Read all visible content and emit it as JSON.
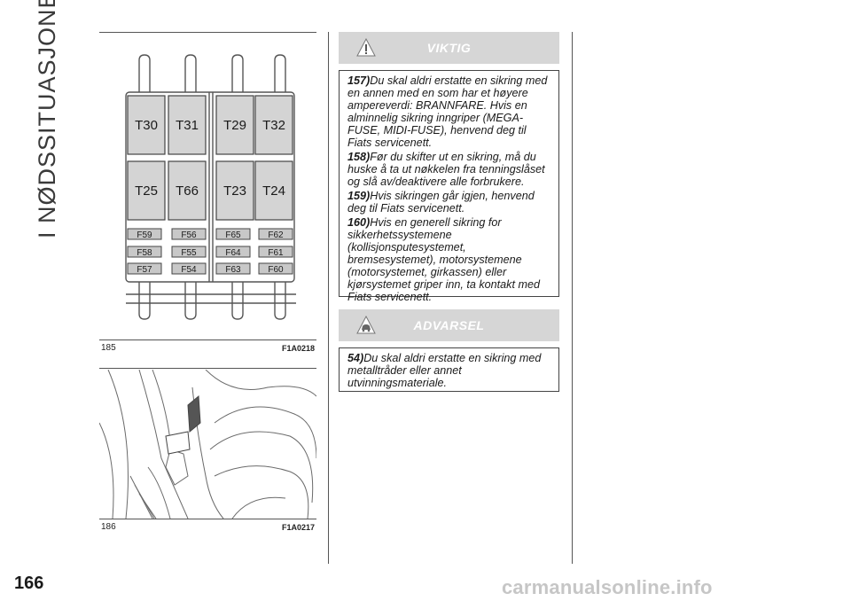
{
  "section_title": "I NØDSSITUASJONER",
  "page_number": "166",
  "watermark": "carmanualsonline.info",
  "figure1": {
    "number": "185",
    "code": "F1A0218",
    "relays_top": [
      "T30",
      "T31",
      "T29",
      "T32"
    ],
    "relays_bottom": [
      "T25",
      "T66",
      "T23",
      "T24"
    ],
    "fuses_row1": [
      "F59",
      "F56",
      "F65",
      "F62"
    ],
    "fuses_row2": [
      "F58",
      "F55",
      "F64",
      "F61"
    ],
    "fuses_row3": [
      "F57",
      "F54",
      "F63",
      "F60"
    ]
  },
  "figure2": {
    "number": "186",
    "code": "F1A0217"
  },
  "important_box": {
    "title": "VIKTIG",
    "icon": "warning-exclamation-icon",
    "notes": [
      {
        "num": "157)",
        "text": "Du skal aldri erstatte en sikring med en annen med en som har et høyere ampereverdi: BRANNFARE. Hvis en alminnelig sikring inngriper (MEGA-FUSE, MIDI-FUSE), henvend deg til Fiats servicenett."
      },
      {
        "num": "158)",
        "text": "Før du skifter ut en sikring, må du huske å ta ut nøkkelen fra tenningslåset og slå av/deaktivere alle forbrukere."
      },
      {
        "num": "159)",
        "text": "Hvis sikringen går igjen, henvend deg til Fiats servicenett."
      },
      {
        "num": "160)",
        "text": "Hvis en generell sikring for sikkerhetssystemene (kollisjonsputesystemet, bremsesystemet), motorsystemene (motorsystemet, girkassen) eller kjørsystemet griper inn, ta kontakt med Fiats servicenett."
      }
    ]
  },
  "warning_box": {
    "title": "ADVARSEL",
    "icon": "car-warning-icon",
    "notes": [
      {
        "num": "54)",
        "text": "Du skal aldri erstatte en sikring med metalltråder eller annet utvinningsmateriale."
      }
    ]
  },
  "colors": {
    "box_header": "#d6d6d6",
    "relay_fill": "#d4d4d4",
    "fuse_fill": "#c8c8c8"
  }
}
